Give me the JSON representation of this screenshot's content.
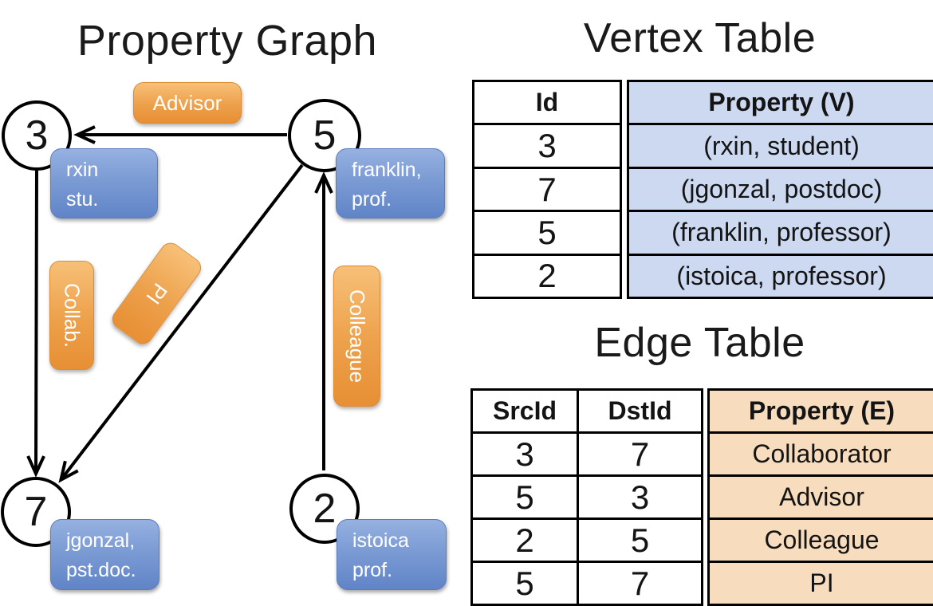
{
  "graph_title": "Property Graph",
  "graph": {
    "nodes": [
      {
        "id": "3"
      },
      {
        "id": "5"
      },
      {
        "id": "7"
      },
      {
        "id": "2"
      }
    ],
    "vertex_labels": {
      "rxin": {
        "line1": "rxin",
        "line2": "stu."
      },
      "franklin": {
        "line1": "franklin,",
        "line2": "prof."
      },
      "jgonzal": {
        "line1": "jgonzal,",
        "line2": "pst.doc."
      },
      "istoica": {
        "line1": "istoica",
        "line2": "prof."
      }
    },
    "edge_labels": {
      "advisor": "Advisor",
      "collab": "Collab.",
      "pi": "PI",
      "colleague": "Colleague"
    }
  },
  "vertex_table": {
    "title": "Vertex Table",
    "headers": {
      "id": "Id",
      "property": "Property (V)"
    },
    "rows": [
      {
        "id": "3",
        "property": "(rxin, student)"
      },
      {
        "id": "7",
        "property": "(jgonzal, postdoc)"
      },
      {
        "id": "5",
        "property": "(franklin, professor)"
      },
      {
        "id": "2",
        "property": "(istoica, professor)"
      }
    ]
  },
  "edge_table": {
    "title": "Edge Table",
    "headers": {
      "src": "SrcId",
      "dst": "DstId",
      "property": "Property (E)"
    },
    "rows": [
      {
        "src": "3",
        "dst": "7",
        "property": "Collaborator"
      },
      {
        "src": "5",
        "dst": "3",
        "property": "Advisor"
      },
      {
        "src": "2",
        "dst": "5",
        "property": "Colleague"
      },
      {
        "src": "5",
        "dst": "7",
        "property": "PI"
      }
    ]
  },
  "colors": {
    "vertex_box": "#6f93cf",
    "edge_box": "#eda24c",
    "vertex_table_fill": "#ccd9f0",
    "edge_table_fill": "#f7dcbd",
    "line": "#000000"
  }
}
